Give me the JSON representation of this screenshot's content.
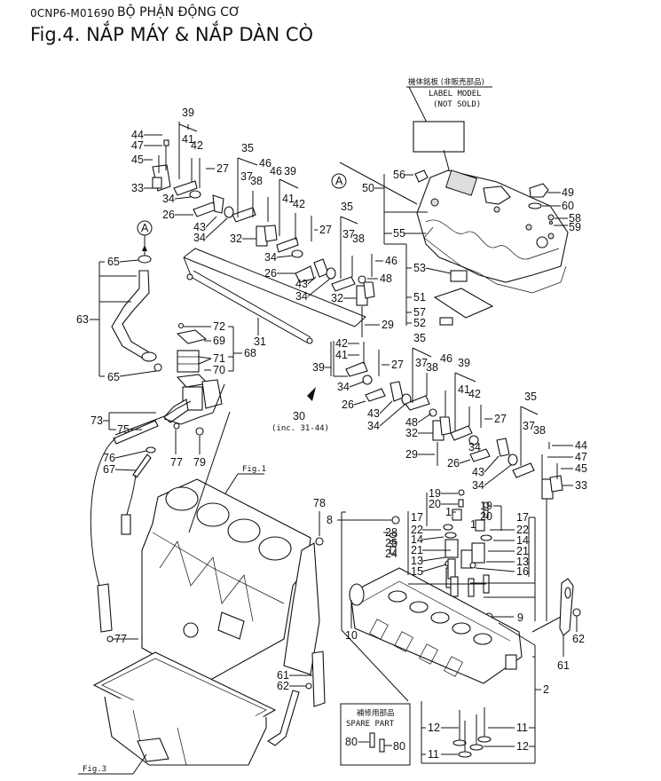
{
  "header": {
    "doc_code": "0CNP6-M01690",
    "section": "BỘ PHẬN ĐỘNG CƠ",
    "figure_title": "Fig.4.  NẮP MÁY & NẮP DÀN CÒ"
  },
  "label_model": {
    "jp": "機体銘板 (非販売部品)",
    "line1": "LABEL MODEL",
    "line2": "(NOT SOLD)"
  },
  "spare_part_box": {
    "jp": "補修用部品",
    "title": "SPARE PART",
    "items": [
      "80",
      "80"
    ]
  },
  "assembly_note": {
    "number": "30",
    "note": "(inc. 31-44)"
  },
  "reference_links": {
    "fig1": "Fig.1",
    "fig3": "Fig.3",
    "connector_a": "A"
  },
  "callouts": {
    "c39a": "39",
    "c44a": "44",
    "c47a": "47",
    "c41a": "41",
    "c42a": "42",
    "c45a": "45",
    "c27a": "27",
    "c33a": "33",
    "c34a": "34",
    "c26a": "26",
    "c43a": "43",
    "c34b": "34",
    "c35a": "35",
    "c46a": "46",
    "c46b": "46",
    "c39b": "39",
    "c37a": "37",
    "c38a": "38",
    "c41b": "41",
    "c42b": "42",
    "c27b": "27",
    "c32a": "32",
    "c34c": "34",
    "c35b": "35",
    "c37b": "37",
    "c38b": "38",
    "c46c": "46",
    "c48a": "48",
    "c26b": "26",
    "c43b": "43",
    "c34d": "34",
    "c32b": "32",
    "c29a": "29",
    "c56": "56",
    "c50": "50",
    "c55": "55",
    "c53": "53",
    "c51": "51",
    "c57": "57",
    "c52": "52",
    "c49": "49",
    "c60": "60",
    "c58": "58",
    "c59": "59",
    "c65a": "65",
    "c65b": "65",
    "c63": "63",
    "c72": "72",
    "c69": "69",
    "c71": "71",
    "c70": "70",
    "c68": "68",
    "c31": "31",
    "c39c": "39",
    "c42c": "42",
    "c41c": "41",
    "c27c": "27",
    "c34e": "34",
    "c26c": "26",
    "c43c": "43",
    "c34f": "34",
    "c35c": "35",
    "c37c": "37",
    "c38c": "38",
    "c46d": "46",
    "c48b": "48",
    "c32c": "32",
    "c29b": "29",
    "c39d": "39",
    "c41d": "41",
    "c42d": "42",
    "c27d": "27",
    "c34g": "34",
    "c26d": "26",
    "c43d": "43",
    "c34h": "34",
    "c35d": "35",
    "c37d": "37",
    "c38d": "38",
    "c44b": "44",
    "c47b": "47",
    "c45b": "45",
    "c33b": "33",
    "c73": "73",
    "c75": "75",
    "c76": "76",
    "c67": "67",
    "c77a": "77",
    "c79": "79",
    "c78": "78",
    "c77b": "77",
    "c19a": "19",
    "c20a": "20",
    "c1a": "1",
    "c17a": "17",
    "c8": "8",
    "c22a": "22",
    "c14a": "14",
    "c21a": "21",
    "c13a": "13",
    "c15": "15",
    "c28": "28",
    "c25": "25",
    "c24": "24",
    "c19b": "19",
    "c20b": "20",
    "c1b": "1",
    "c17b": "17",
    "c22b": "22",
    "c14b": "14",
    "c21b": "21",
    "c13b": "13",
    "c16": "16",
    "c9": "9",
    "c10": "10",
    "c2": "2",
    "c12a": "12",
    "c11a": "11",
    "c11b": "11",
    "c12b": "12",
    "c61a": "61",
    "c62a": "62",
    "c61b": "61",
    "c62b": "62"
  }
}
